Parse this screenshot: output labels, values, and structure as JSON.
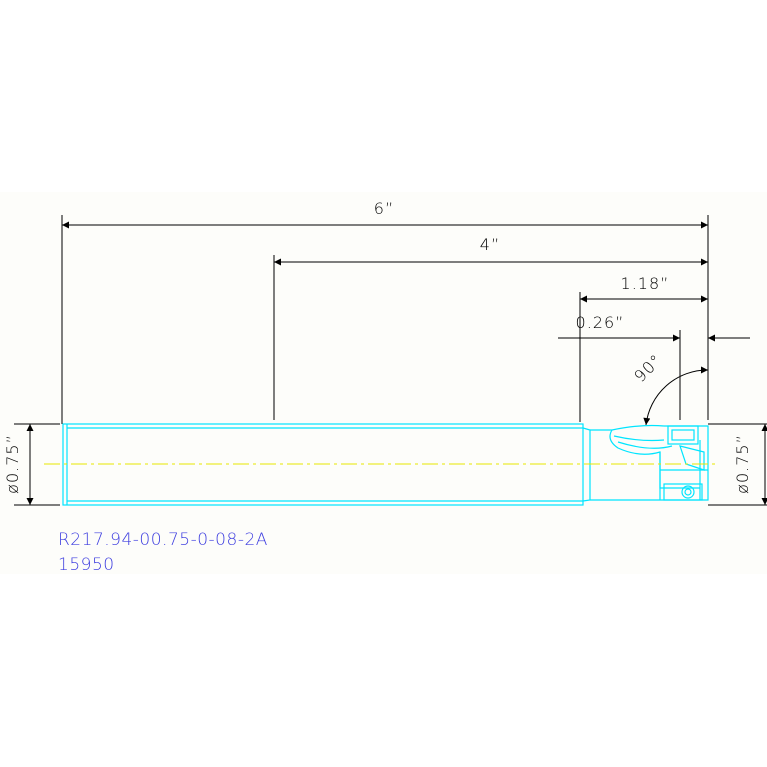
{
  "dimensions": {
    "overall_length": "6”",
    "reach_length": "4”",
    "head_length": "1.18”",
    "insert_width": "0.26”",
    "angle": "90°",
    "shank_diameter": "ø0.75”",
    "cutter_diameter": "ø0.75”"
  },
  "part": {
    "number": "R217.94-00.75-0-08-2A",
    "code": "15950"
  },
  "colors": {
    "background": "#fdfdfa",
    "outline": "#00e5ff",
    "centerline": "#e8e800",
    "dimension": "#000000",
    "label": "#4040e0"
  }
}
